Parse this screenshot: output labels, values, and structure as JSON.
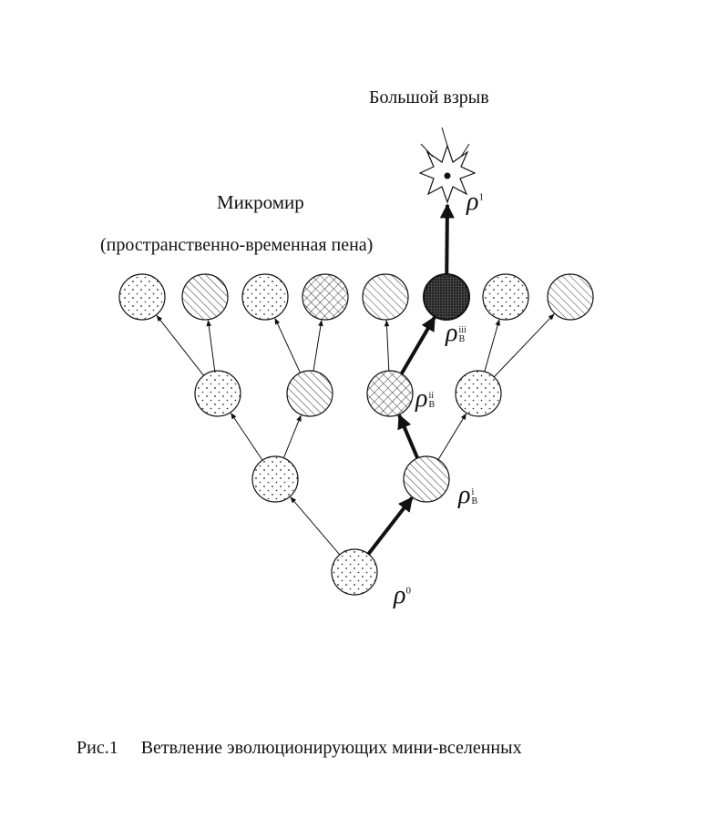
{
  "labels": {
    "big_bang": "Большой взрыв",
    "microworld": "Микромир",
    "foam": "(пространственно-временная пена)",
    "caption_fig": "Рис.1",
    "caption_text": "Ветвление эволюционирующих мини-вселенных"
  },
  "rho_labels": {
    "rho_0": {
      "symbol": "ρ",
      "sub": "0"
    },
    "rho_1": {
      "symbol": "ρ",
      "sub": "1"
    },
    "rho_b1": {
      "symbol": "ρ",
      "sup": "i",
      "sub": "B"
    },
    "rho_b2": {
      "symbol": "ρ",
      "sup": "ii",
      "sub": "B"
    },
    "rho_b3": {
      "symbol": "ρ",
      "sup": "iii",
      "sub": "B"
    }
  },
  "nodes": [
    {
      "id": "root",
      "pattern": "dots"
    },
    {
      "id": "l1a",
      "pattern": "dots"
    },
    {
      "id": "l1b",
      "pattern": "hatch"
    },
    {
      "id": "l2a",
      "pattern": "dots"
    },
    {
      "id": "l2b",
      "pattern": "hatch"
    },
    {
      "id": "l2c",
      "pattern": "cross"
    },
    {
      "id": "l2d",
      "pattern": "dots"
    },
    {
      "id": "t1",
      "pattern": "dots"
    },
    {
      "id": "t2",
      "pattern": "hatch"
    },
    {
      "id": "t3",
      "pattern": "dots"
    },
    {
      "id": "t4",
      "pattern": "cross"
    },
    {
      "id": "t5",
      "pattern": "hatch"
    },
    {
      "id": "t6",
      "pattern": "dense"
    },
    {
      "id": "t7",
      "pattern": "dots"
    },
    {
      "id": "t8",
      "pattern": "hatch"
    }
  ],
  "edges": [
    {
      "from": "root",
      "to": "l1a",
      "bold": false
    },
    {
      "from": "root",
      "to": "l1b",
      "bold": true
    },
    {
      "from": "l1a",
      "to": "l2a",
      "bold": false
    },
    {
      "from": "l1a",
      "to": "l2b",
      "bold": false
    },
    {
      "from": "l1b",
      "to": "l2c",
      "bold": true
    },
    {
      "from": "l1b",
      "to": "l2d",
      "bold": false
    },
    {
      "from": "l2a",
      "to": "t1",
      "bold": false
    },
    {
      "from": "l2a",
      "to": "t2",
      "bold": false
    },
    {
      "from": "l2b",
      "to": "t3",
      "bold": false
    },
    {
      "from": "l2b",
      "to": "t4",
      "bold": false
    },
    {
      "from": "l2c",
      "to": "t5",
      "bold": false
    },
    {
      "from": "l2c",
      "to": "t6",
      "bold": true
    },
    {
      "from": "l2d",
      "to": "t7",
      "bold": false
    },
    {
      "from": "l2d",
      "to": "t8",
      "bold": false
    },
    {
      "from": "t6",
      "to": "bang",
      "bold": true
    }
  ]
}
